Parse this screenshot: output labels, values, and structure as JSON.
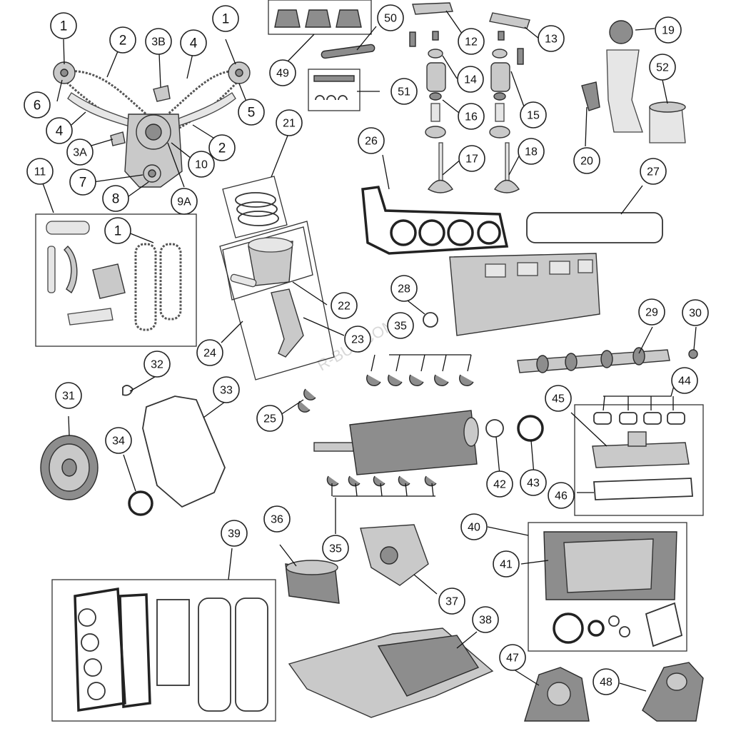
{
  "watermark": "R-BUY.COM",
  "callouts": [
    {
      "id": "c1a",
      "text": "1"
    },
    {
      "id": "c1b",
      "text": "1"
    },
    {
      "id": "c1c",
      "text": "1"
    },
    {
      "id": "c2a",
      "text": "2"
    },
    {
      "id": "c2b",
      "text": "2"
    },
    {
      "id": "c3a",
      "text": "3A"
    },
    {
      "id": "c3b",
      "text": "3B"
    },
    {
      "id": "c4a",
      "text": "4"
    },
    {
      "id": "c4b",
      "text": "4"
    },
    {
      "id": "c5",
      "text": "5"
    },
    {
      "id": "c6",
      "text": "6"
    },
    {
      "id": "c7",
      "text": "7"
    },
    {
      "id": "c8",
      "text": "8"
    },
    {
      "id": "c9a",
      "text": "9A"
    },
    {
      "id": "c10",
      "text": "10"
    },
    {
      "id": "c11",
      "text": "11"
    },
    {
      "id": "c12",
      "text": "12"
    },
    {
      "id": "c13",
      "text": "13"
    },
    {
      "id": "c14",
      "text": "14"
    },
    {
      "id": "c15",
      "text": "15"
    },
    {
      "id": "c16",
      "text": "16"
    },
    {
      "id": "c17",
      "text": "17"
    },
    {
      "id": "c18",
      "text": "18"
    },
    {
      "id": "c19",
      "text": "19"
    },
    {
      "id": "c20",
      "text": "20"
    },
    {
      "id": "c21",
      "text": "21"
    },
    {
      "id": "c22",
      "text": "22"
    },
    {
      "id": "c23",
      "text": "23"
    },
    {
      "id": "c24",
      "text": "24"
    },
    {
      "id": "c25",
      "text": "25"
    },
    {
      "id": "c26",
      "text": "26"
    },
    {
      "id": "c27",
      "text": "27"
    },
    {
      "id": "c28",
      "text": "28"
    },
    {
      "id": "c29",
      "text": "29"
    },
    {
      "id": "c30",
      "text": "30"
    },
    {
      "id": "c31",
      "text": "31"
    },
    {
      "id": "c32",
      "text": "32"
    },
    {
      "id": "c33",
      "text": "33"
    },
    {
      "id": "c34",
      "text": "34"
    },
    {
      "id": "c35a",
      "text": "35"
    },
    {
      "id": "c35b",
      "text": "35"
    },
    {
      "id": "c36",
      "text": "36"
    },
    {
      "id": "c37",
      "text": "37"
    },
    {
      "id": "c38",
      "text": "38"
    },
    {
      "id": "c39",
      "text": "39"
    },
    {
      "id": "c40",
      "text": "40"
    },
    {
      "id": "c41",
      "text": "41"
    },
    {
      "id": "c42",
      "text": "42"
    },
    {
      "id": "c43",
      "text": "43"
    },
    {
      "id": "c44",
      "text": "44"
    },
    {
      "id": "c45",
      "text": "45"
    },
    {
      "id": "c46",
      "text": "46"
    },
    {
      "id": "c47",
      "text": "47"
    },
    {
      "id": "c48",
      "text": "48"
    },
    {
      "id": "c49",
      "text": "49"
    },
    {
      "id": "c50",
      "text": "50"
    },
    {
      "id": "c51",
      "text": "51"
    },
    {
      "id": "c52",
      "text": "52"
    }
  ]
}
